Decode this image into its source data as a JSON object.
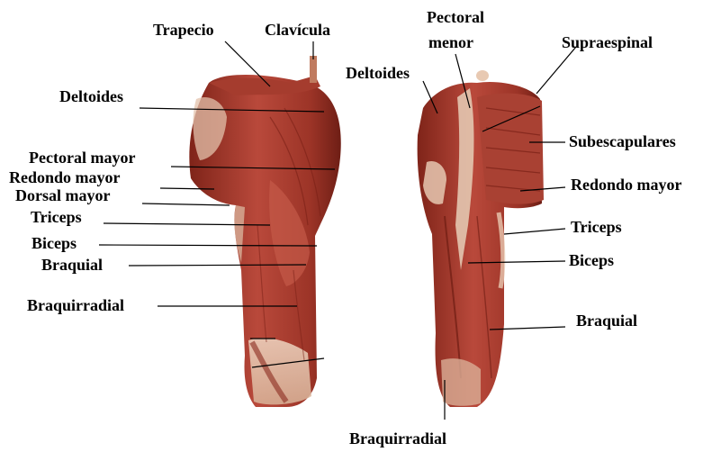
{
  "figure": {
    "left_arm_labels": {
      "trapecio": "Trapecio",
      "clavicula": "Clavícula",
      "deltoides": "Deltoides",
      "pectoral_mayor": "Pectoral mayor",
      "redondo_mayor": "Redondo mayor",
      "dorsal_mayor": "Dorsal mayor",
      "triceps": "Triceps",
      "biceps": "Biceps",
      "braquial": "Braquial",
      "braquirradial": "Braquirradial"
    },
    "right_arm_labels": {
      "pectoral_menor_line1": "Pectoral",
      "pectoral_menor_line2": "menor",
      "deltoides": "Deltoides",
      "supraespinal": "Supraespinal",
      "subescapulares": "Subescapulares",
      "redondo_mayor": "Redondo mayor",
      "triceps": "Triceps",
      "biceps": "Biceps",
      "braquial": "Braquial",
      "braquirradial": "Braquirradial"
    },
    "colors": {
      "muscle_dark": "#8a2a1e",
      "muscle_mid": "#b2473a",
      "muscle_light": "#c96a5a",
      "tendon": "#e8c9b2",
      "leader_line": "#000000"
    }
  }
}
